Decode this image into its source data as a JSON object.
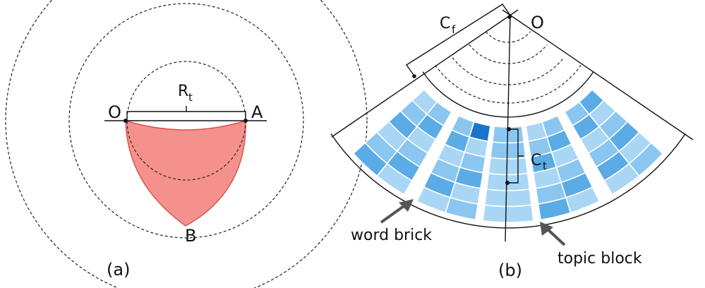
{
  "panel_a": {
    "label_O": "O",
    "label_A": "A",
    "label_B": "B",
    "label_R": "R",
    "label_R_sub": "t",
    "caption": "(a)",
    "colors": {
      "fan_fill": "#f38b86",
      "fan_stroke": "#d9534f"
    }
  },
  "panel_b": {
    "label_O": "O",
    "label_Cf": "C",
    "label_Cf_sub": "f",
    "label_Ct": "C",
    "label_Ct_sub": "t",
    "word_brick_label": "word brick",
    "topic_block_label": "topic block",
    "caption": "(b)",
    "colors": {
      "brick_light": "#a9d6f5",
      "brick_mid": "#8ac6f0",
      "brick_strong": "#5aabe6",
      "brick_highlight": "#1a74c9",
      "arrow": "#555555"
    }
  }
}
